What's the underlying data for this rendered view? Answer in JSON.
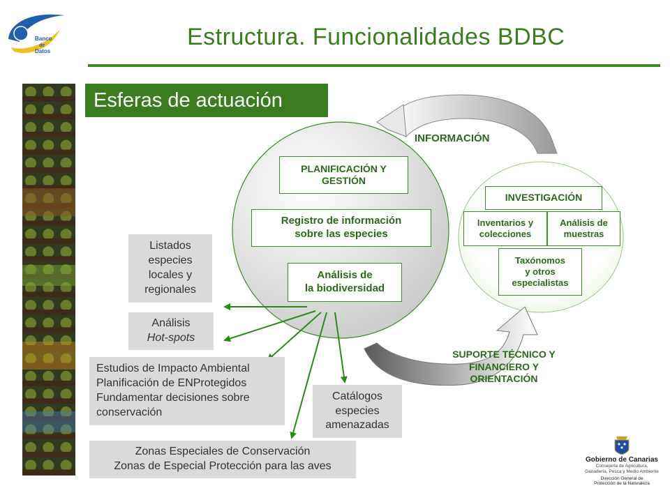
{
  "header": {
    "title": "Estructura. Funcionalidades BDBC",
    "logo_text": [
      "Banco",
      "de",
      "Datos"
    ]
  },
  "section_title": "Esferas de actuación",
  "colors": {
    "brand_green": "#3a7d1e",
    "box_text_green": "#2a6a1a",
    "grey_box": "#dadada"
  },
  "flows": {
    "informacion": "INFORMACIÓN",
    "suporte": [
      "SUPORTE TÉCNICO Y",
      "FINANCIERO Y",
      "ORIENTACIÓN"
    ]
  },
  "main_sphere": {
    "planificacion": [
      "PLANIFICACIÓN Y",
      "GESTIÓN"
    ],
    "registro": [
      "Registro de información",
      "sobre las especies"
    ],
    "analisis": [
      "Análisis de",
      "la biodiversidad"
    ]
  },
  "research_sphere": {
    "investigacion": "INVESTIGACIÓN",
    "inventarios": [
      "Inventarios y",
      "colecciones"
    ],
    "analisis_muestras": [
      "Análisis de",
      "muestras"
    ],
    "taxonomos": [
      "Taxónomos",
      "y otros",
      "especialistas"
    ]
  },
  "outputs": {
    "listados": [
      "Listados",
      "especies",
      "locales y",
      "regionales"
    ],
    "hotspots": [
      "Análisis",
      "Hot-spots"
    ],
    "estudios": [
      "Estudios de Impacto Ambiental",
      "Planificación de ENProtegidos",
      "Fundamentar decisiones sobre",
      "conservación"
    ],
    "catalogos": [
      "Catálogos",
      "especies",
      "amenazadas"
    ],
    "zonas": [
      "Zonas Especiales de Conservación",
      "Zonas de Especial Protección para las aves"
    ]
  },
  "government": {
    "name": "Gobierno de Canarias",
    "dept": [
      "Consejería de Agricultura,",
      "Ganadería, Pesca y Medio Ambiente"
    ],
    "directorate": [
      "Dirección General de",
      "Protección de la Naturaleza"
    ]
  }
}
